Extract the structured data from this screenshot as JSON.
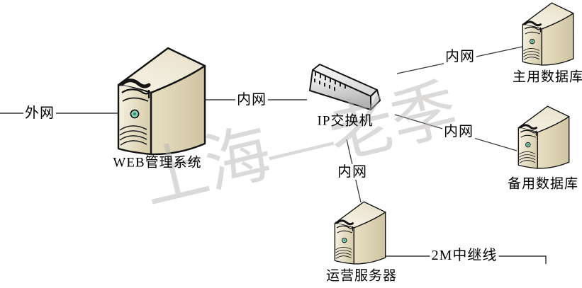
{
  "watermark": {
    "text": "上海—老季"
  },
  "nodes": {
    "web": {
      "label": "WEB管理系统",
      "icon": "server-tower-icon"
    },
    "switch": {
      "label": "IP交换机",
      "icon": "network-switch-icon"
    },
    "primary": {
      "label": "主用数据库",
      "icon": "server-tower-icon"
    },
    "backup": {
      "label": "备用数据库",
      "icon": "server-tower-icon"
    },
    "ops": {
      "label": "运营服务器",
      "icon": "server-tower-icon"
    }
  },
  "links": {
    "wan": {
      "label": "外网",
      "from": "external",
      "to": "web"
    },
    "web_switch": {
      "label": "内网",
      "from": "web",
      "to": "switch"
    },
    "switch_primary": {
      "label": "内网",
      "from": "switch",
      "to": "primary"
    },
    "switch_backup": {
      "label": "内网",
      "from": "switch",
      "to": "backup"
    },
    "switch_ops": {
      "label": "内网",
      "from": "switch",
      "to": "ops"
    },
    "trunk": {
      "label": "2M中继线",
      "from": "ops",
      "to": "external"
    }
  },
  "colors": {
    "line": "#3a3a3a",
    "outline": "#141414",
    "server_front": "#f3edda",
    "server_side": "#d9cfaf",
    "switch_face": "#f0f0f0",
    "power_button": "#8ed0b5",
    "watermark_gray": "#dcdad9"
  }
}
